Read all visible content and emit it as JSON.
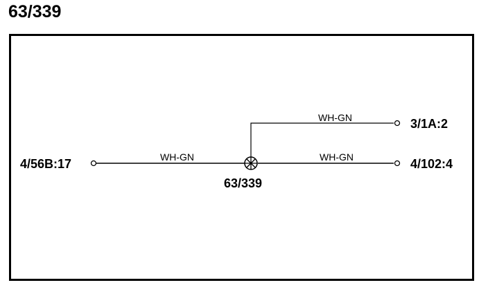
{
  "title": "63/339",
  "splice": {
    "label": "63/339"
  },
  "terminals": {
    "left": "4/56B:17",
    "right_top": "3/1A:2",
    "right_bottom": "4/102:4"
  },
  "wires": {
    "left": "WH-GN",
    "right_top": "WH-GN",
    "right_bottom": "WH-GN"
  },
  "colors": {
    "line": "#000000",
    "background": "#ffffff"
  }
}
